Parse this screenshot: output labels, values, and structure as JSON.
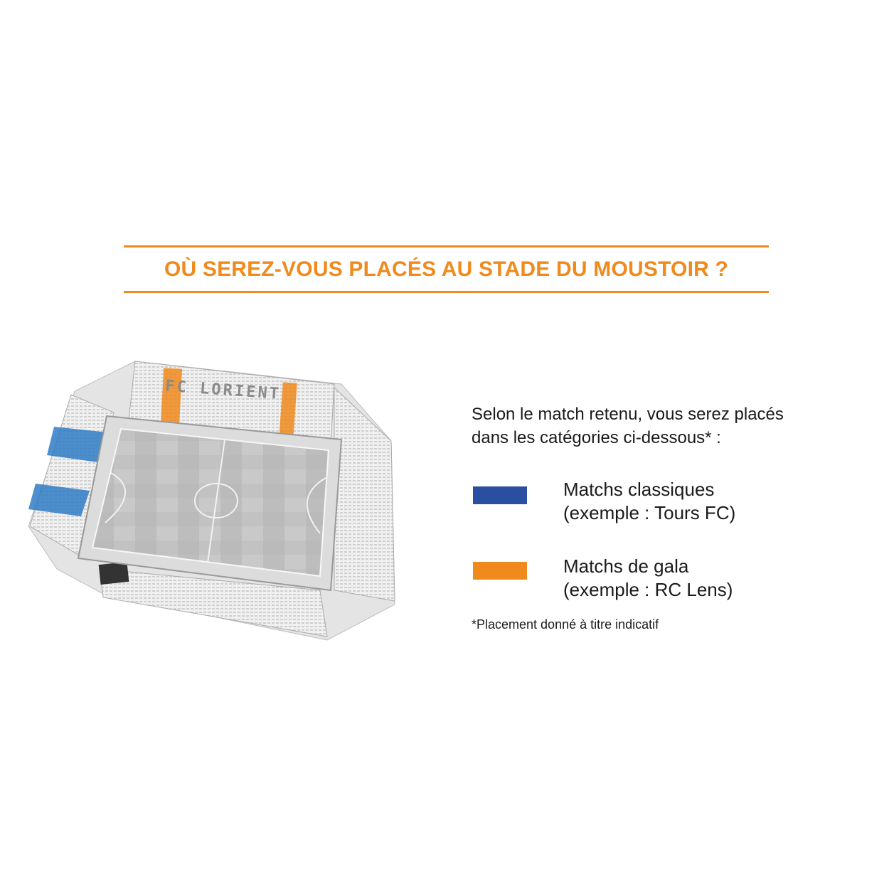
{
  "title": "OÙ SEREZ-VOUS PLACÉS AU STADE DU MOUSTOIR ?",
  "colors": {
    "accent": "#f08a1c",
    "blue": "#2a4fa0",
    "orange": "#f08a1c",
    "stand_blue": "#2f7cc4"
  },
  "stadium_map": {
    "icon": "stadium-map-image",
    "stand_lettering": "FC LORIENT"
  },
  "intro": {
    "line1": "Selon le match retenu, vous serez placés",
    "line2": "dans les catégories ci-dessous* :"
  },
  "legend": [
    {
      "swatch": "blue",
      "label": "Matchs classiques",
      "example": "(exemple : Tours FC)"
    },
    {
      "swatch": "orange",
      "label": "Matchs de gala",
      "example": "(exemple : RC Lens)"
    }
  ],
  "note": "*Placement donné à titre indicatif"
}
